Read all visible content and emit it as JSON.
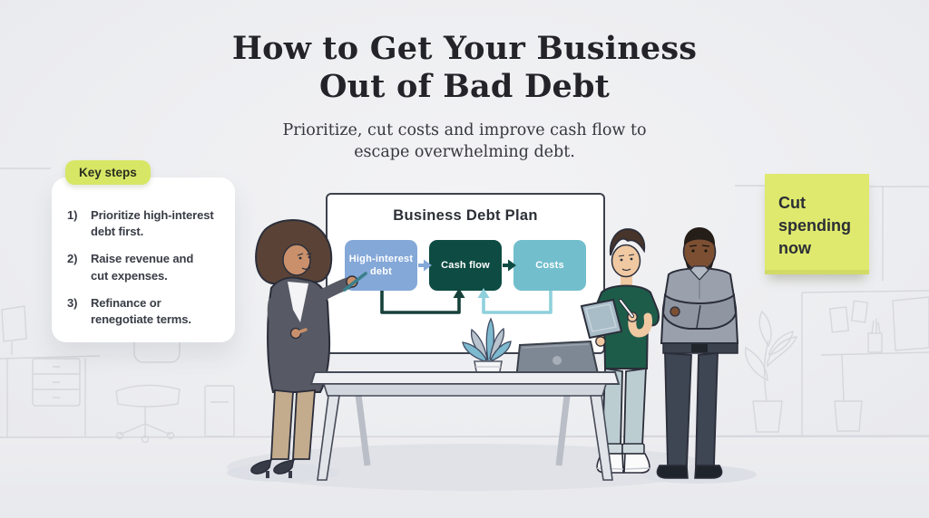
{
  "title_lines": [
    "How to Get Your Business",
    "Out of Bad Debt"
  ],
  "subtitle_lines": [
    "Prioritize, cut costs and improve cash flow to",
    "escape overwhelming debt."
  ],
  "key_steps": {
    "badge": "Key steps",
    "items": [
      {
        "num": "1)",
        "lines": [
          "Prioritize high-interest",
          "debt first."
        ]
      },
      {
        "num": "2)",
        "lines": [
          "Raise revenue and",
          "cut expenses."
        ]
      },
      {
        "num": "3)",
        "lines": [
          "Refinance or",
          "renegotiate terms."
        ]
      }
    ]
  },
  "whiteboard": {
    "title": "Business Debt Plan",
    "nodes": [
      {
        "id": "high-interest-debt",
        "lines": [
          "High-interest",
          "debt"
        ],
        "color": "#84a8d8"
      },
      {
        "id": "cash-flow",
        "lines": [
          "Cash flow",
          ""
        ],
        "color": "#0d4b43"
      },
      {
        "id": "costs",
        "lines": [
          "Costs",
          ""
        ],
        "color": "#72becd"
      }
    ],
    "edges": [
      {
        "from": "high-interest-debt",
        "to": "cash-flow",
        "style": "straight",
        "color": "#84a8d8"
      },
      {
        "from": "cash-flow",
        "to": "costs",
        "style": "straight",
        "color": "#0d4b43"
      },
      {
        "from": "high-interest-debt",
        "to": "cash-flow",
        "style": "loop-below",
        "color": "#17413b"
      },
      {
        "from": "costs",
        "to": "cash-flow",
        "style": "loop-below",
        "color": "#8ed0dc"
      }
    ]
  },
  "sticky_note": {
    "lines": [
      "Cut",
      "spending",
      "now"
    ],
    "color": "#dfe96d"
  },
  "theme": {
    "accent_lime": "#d7e765",
    "ink": "#232329",
    "card_bg": "#ffffff",
    "wall": "#ecedf0",
    "outline": "#2b2e3a"
  }
}
